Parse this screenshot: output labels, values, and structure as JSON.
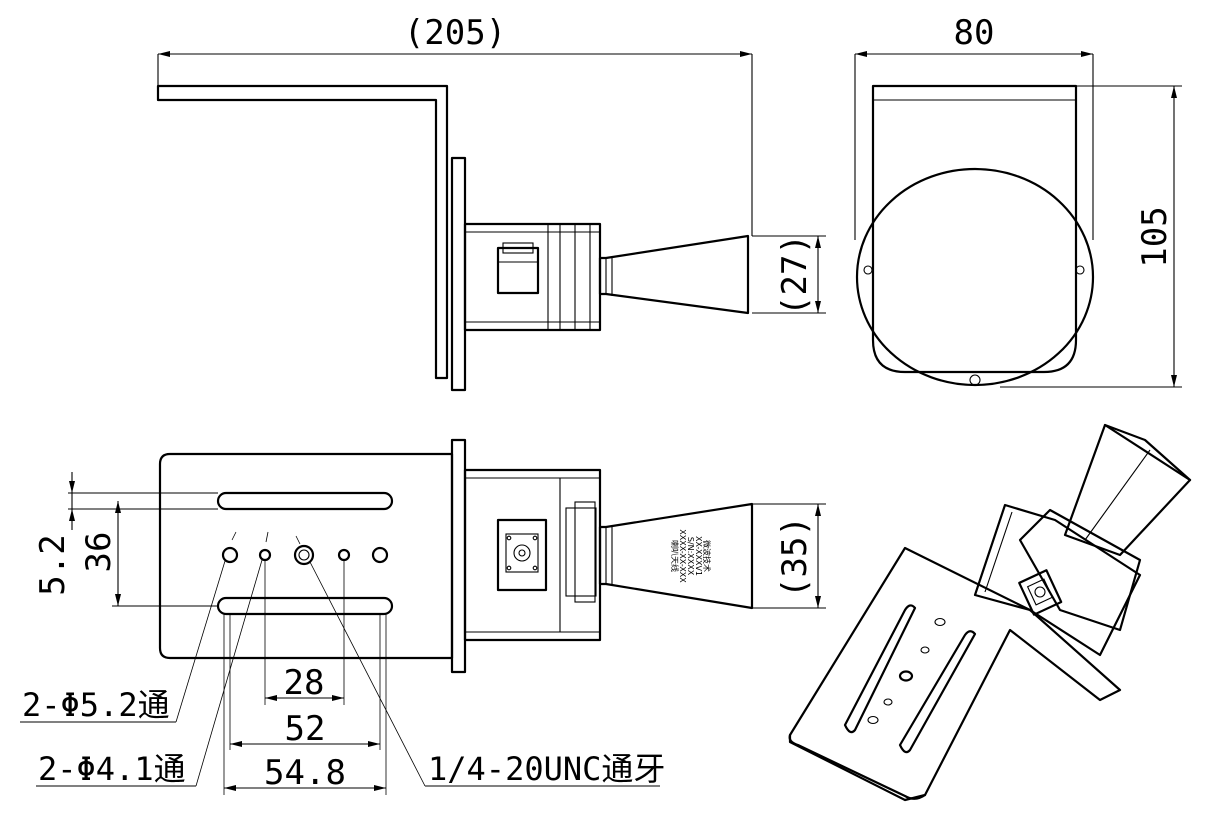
{
  "dimensions": {
    "top_overall_length": "(205)",
    "side_width": "80",
    "side_height": "105",
    "horn_height_top": "(27)",
    "horn_width_bottom": "(35)",
    "offset_small": "5.2",
    "slot_spacing": "36",
    "hole_spacing_inner": "28",
    "hole_spacing_outer": "52",
    "slot_length": "54.8"
  },
  "callouts": {
    "hole_large_through": "2-Φ5.2通",
    "hole_small_through": "2-Φ4.1通",
    "tripod_thread": "1/4-20UNC通牙"
  },
  "horn_label": {
    "lines": [
      "喇叭天线",
      "XXXX-XX-XXX",
      "S/N:XXXX",
      "XX-XXXV1",
      "微波技术"
    ]
  }
}
